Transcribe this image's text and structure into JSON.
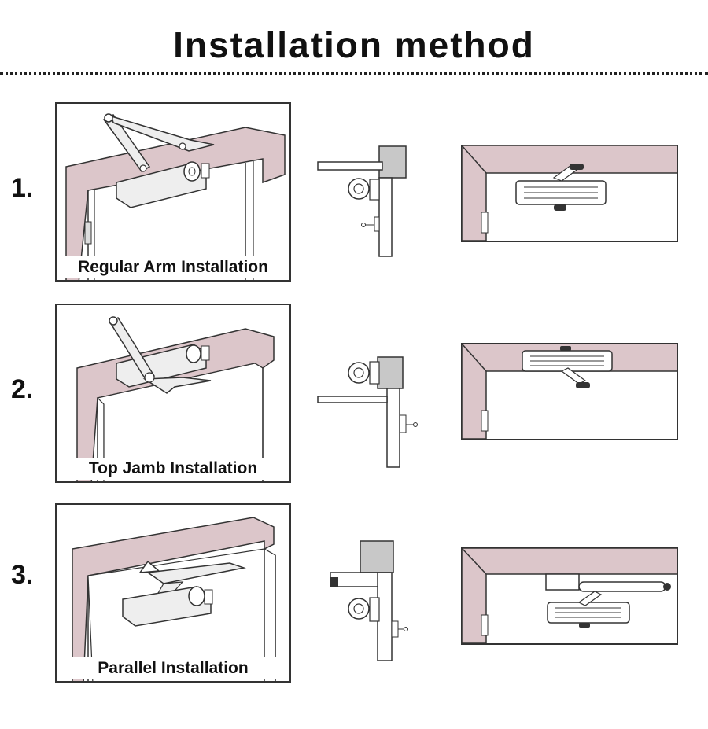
{
  "title": "Installation method",
  "colors": {
    "wall": "#dcc6ca",
    "line": "#333333",
    "header_gray": "#c8c8c8"
  },
  "methods": [
    {
      "number": "1.",
      "caption": "Regular Arm Installation"
    },
    {
      "number": "2.",
      "caption": "Top Jamb Installation"
    },
    {
      "number": "3.",
      "caption": "Parallel Installation"
    }
  ]
}
